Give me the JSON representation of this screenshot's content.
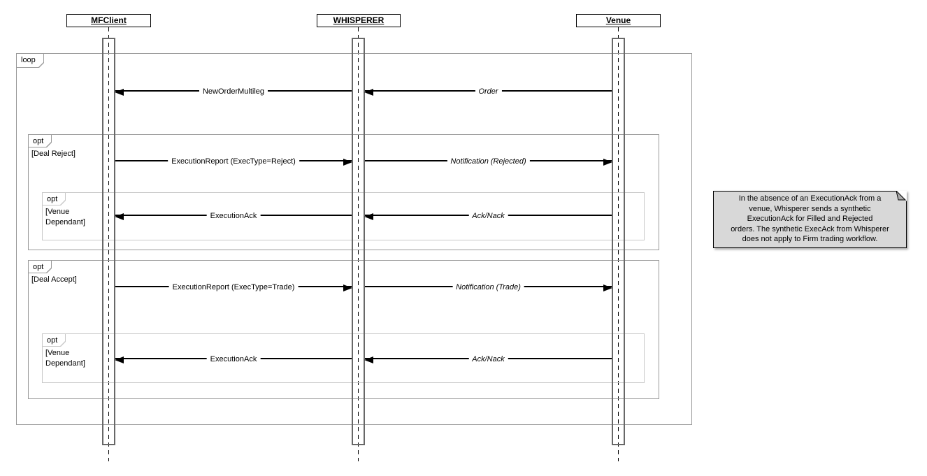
{
  "actors": [
    {
      "label": "MFClient"
    },
    {
      "label": "WHISPERER"
    },
    {
      "label": "Venue"
    }
  ],
  "fragments": [
    {
      "operator": "loop",
      "guard": ""
    },
    {
      "operator": "opt",
      "guard": "[Deal Reject]"
    },
    {
      "operator": "opt",
      "guard": "[Venue\nDependant]"
    },
    {
      "operator": "opt",
      "guard": "[Deal Accept]"
    },
    {
      "operator": "opt",
      "guard": "[Venue\nDependant]"
    }
  ],
  "messages": [
    {
      "label": "NewOrderMultileg",
      "from": "WHISPERER",
      "to": "MFClient",
      "style": "normal"
    },
    {
      "label": "Order",
      "from": "Venue",
      "to": "WHISPERER",
      "style": "italic"
    },
    {
      "label": "ExecutionReport (ExecType=Reject)",
      "from": "MFClient",
      "to": "WHISPERER",
      "style": "normal"
    },
    {
      "label": "Notification (Rejected)",
      "from": "WHISPERER",
      "to": "Venue",
      "style": "italic"
    },
    {
      "label": "ExecutionAck",
      "from": "WHISPERER",
      "to": "MFClient",
      "style": "normal"
    },
    {
      "label": "Ack/Nack",
      "from": "Venue",
      "to": "WHISPERER",
      "style": "italic"
    },
    {
      "label": "ExecutionReport (ExecType=Trade)",
      "from": "MFClient",
      "to": "WHISPERER",
      "style": "normal"
    },
    {
      "label": "Notification (Trade)",
      "from": "WHISPERER",
      "to": "Venue",
      "style": "italic"
    },
    {
      "label": "ExecutionAck",
      "from": "WHISPERER",
      "to": "MFClient",
      "style": "normal"
    },
    {
      "label": "Ack/Nack",
      "from": "Venue",
      "to": "WHISPERER",
      "style": "italic"
    }
  ],
  "note": {
    "text": "In the absence of an ExecutionAck from a\nvenue, Whisperer sends a synthetic\nExecutionAck for Filled and Rejected\norders. The synthetic ExecAck from Whisperer\ndoes not apply to Firm trading workflow."
  },
  "colors": {
    "fragment_border": "#9a9a9a",
    "inner_fragment_border": "#c9c9c9",
    "activation_border": "#686868",
    "note_fill": "#d8d8d8",
    "message_line": "#000000"
  }
}
